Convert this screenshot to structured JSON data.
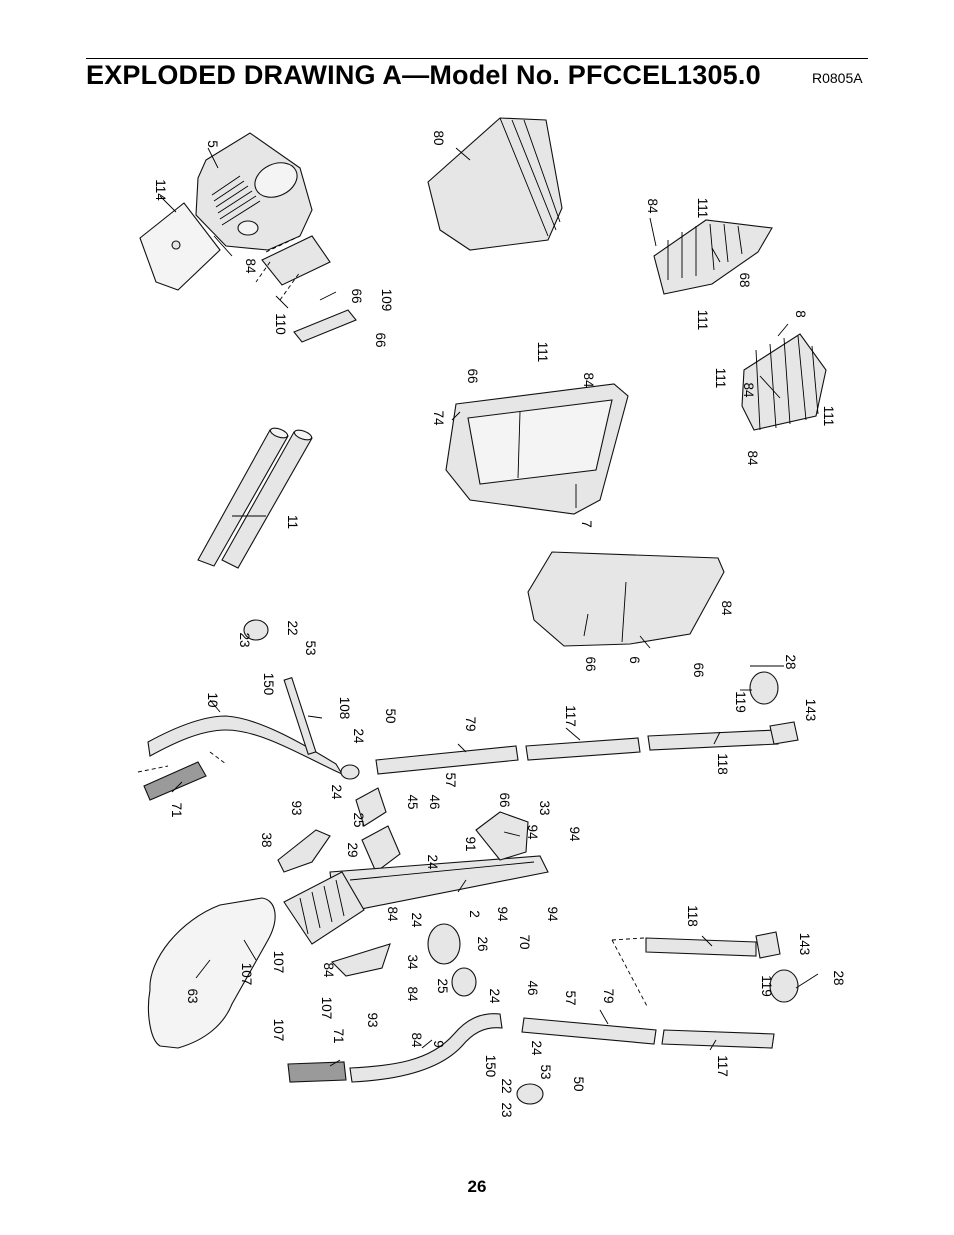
{
  "header": {
    "title": "EXPLODED DRAWING A—Model No. PFCCEL1305.0",
    "drawing_code": "R0805A"
  },
  "footer": {
    "page_number": "26"
  },
  "callouts": [
    "5",
    "114",
    "84",
    "66",
    "109",
    "110",
    "66",
    "80",
    "84",
    "111",
    "68",
    "111",
    "8",
    "111",
    "84",
    "111",
    "84",
    "66",
    "111",
    "84",
    "74",
    "7",
    "11",
    "66",
    "6",
    "66",
    "84",
    "23",
    "22",
    "53",
    "150",
    "108",
    "10",
    "24",
    "50",
    "79",
    "117",
    "28",
    "119",
    "143",
    "118",
    "71",
    "24",
    "25",
    "45",
    "46",
    "57",
    "93",
    "38",
    "29",
    "24",
    "66",
    "91",
    "94",
    "33",
    "94",
    "2",
    "94",
    "70",
    "94",
    "84",
    "24",
    "26",
    "34",
    "84",
    "107",
    "107",
    "63",
    "84",
    "107",
    "107",
    "93",
    "84",
    "25",
    "24",
    "46",
    "57",
    "79",
    "118",
    "143",
    "28",
    "119",
    "9",
    "71",
    "150",
    "22",
    "23",
    "24",
    "53",
    "50",
    "117"
  ]
}
